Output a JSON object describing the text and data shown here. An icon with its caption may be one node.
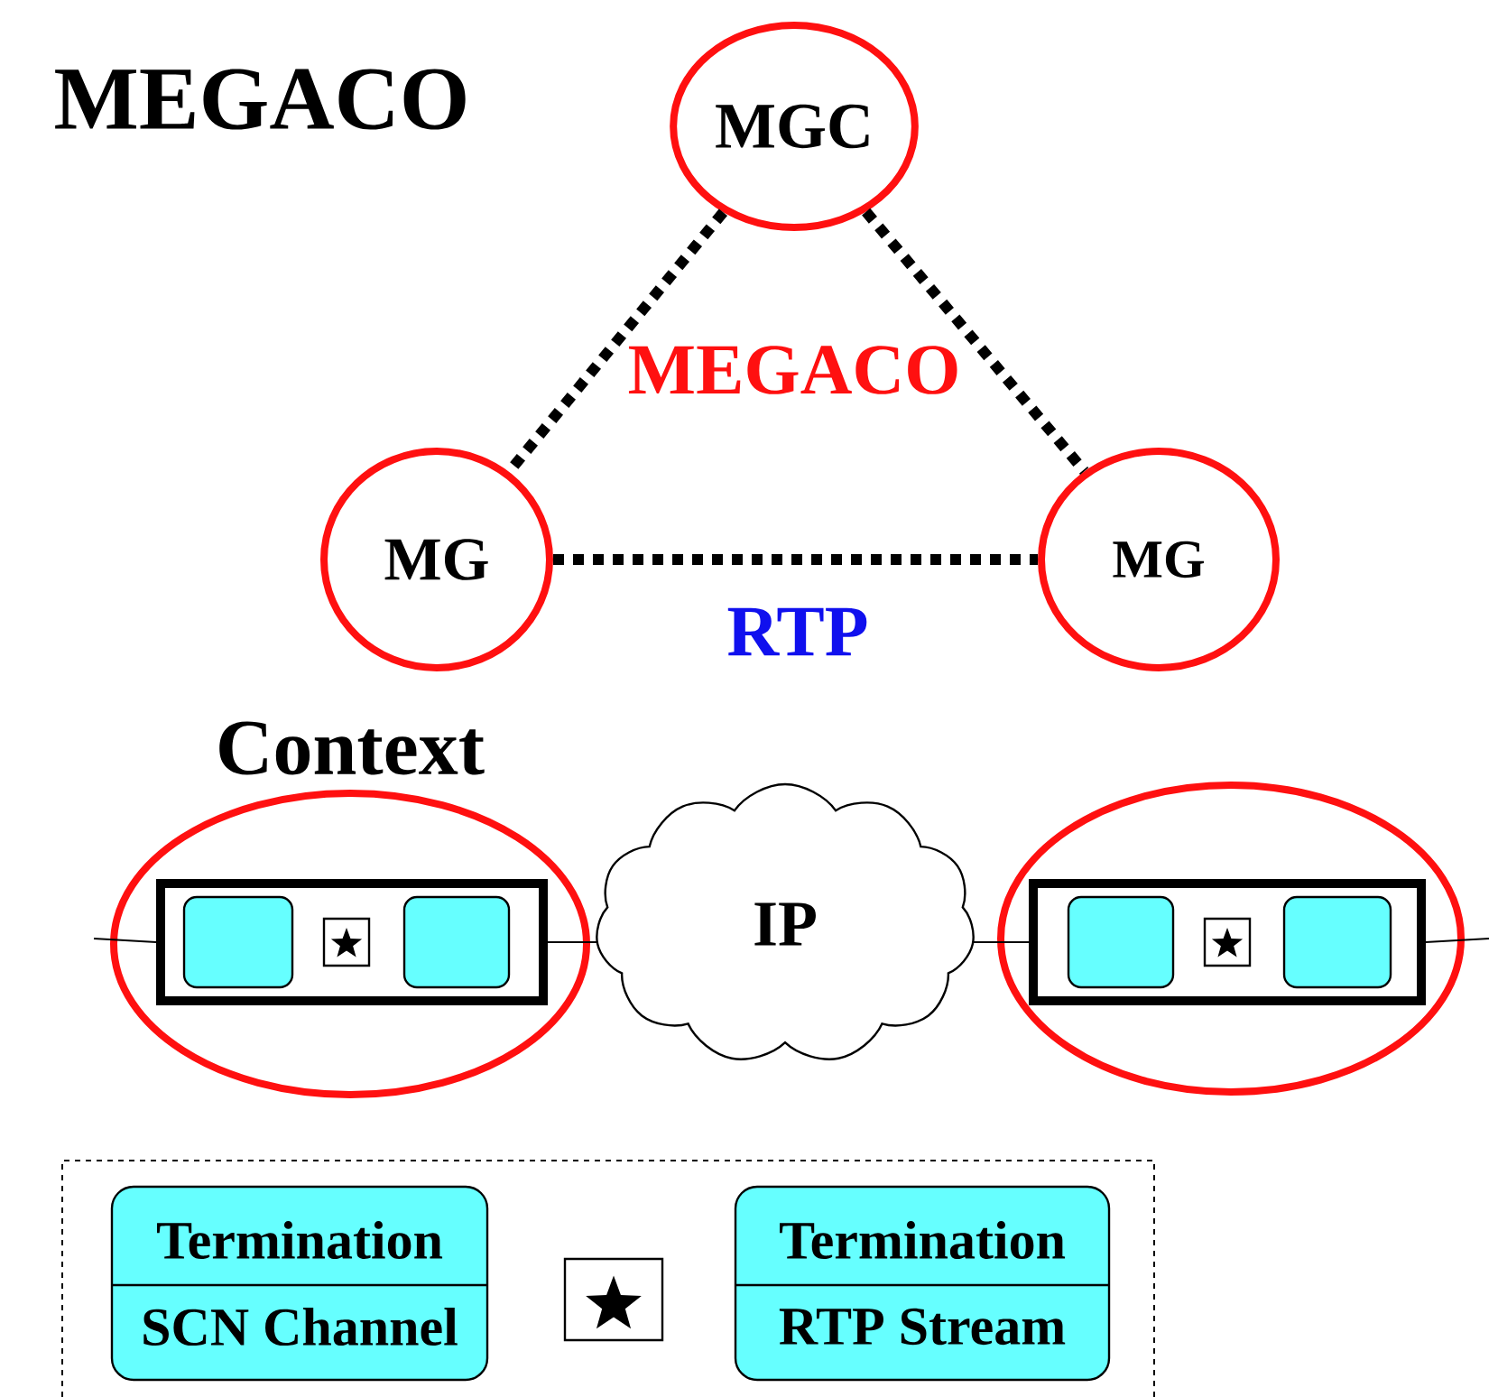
{
  "diagram": {
    "title": "MEGACO",
    "nodes": [
      {
        "text": [
          "MGC"
        ]
      },
      {
        "text": [
          "MG"
        ]
      },
      {
        "text": [
          "MG"
        ]
      },
      {
        "text": [
          "Context"
        ]
      },
      {
        "text": [],
        "shape": "box",
        "in": 3
      },
      {
        "text": [],
        "shape": "box",
        "in": 4
      },
      {
        "text": [],
        "shape": "box",
        "in": 4
      },
      {
        "text": [],
        "shape": "box",
        "in": 4
      },
      {
        "text": [
          "IP"
        ]
      },
      {
        "text": [],
        "shape": "ellipse"
      },
      {
        "text": [],
        "shape": "box",
        "in": 9
      },
      {
        "text": [],
        "shape": "box",
        "in": 10
      },
      {
        "text": [],
        "shape": "box",
        "in": 10
      },
      {
        "text": [],
        "shape": "box",
        "in": 10
      },
      {
        "text": [],
        "shape": "box"
      },
      {
        "text": [
          "Termination",
          "SCN Channel"
        ],
        "in": 14
      },
      {
        "text": [],
        "shape": "box",
        "in": 14
      },
      {
        "text": [
          "Termination",
          "RTP Stream"
        ],
        "in": 14
      }
    ],
    "edges": [
      {
        "from": 0,
        "to": 1,
        "arrow": "none",
        "style": "dashed"
      },
      {
        "from": 0,
        "to": 2,
        "arrow": "none",
        "style": "dashed"
      },
      {
        "from": 1,
        "to": 2,
        "arrow": "none",
        "style": "dashed",
        "label": "RTP"
      },
      {
        "from": null,
        "to": 4,
        "arrow": "none"
      },
      {
        "from": 4,
        "to": 8,
        "arrow": "none"
      },
      {
        "from": 8,
        "to": 10,
        "arrow": "none"
      },
      {
        "from": 10,
        "to": null,
        "arrow": "none"
      }
    ],
    "labels": [
      "MEGACO"
    ]
  }
}
